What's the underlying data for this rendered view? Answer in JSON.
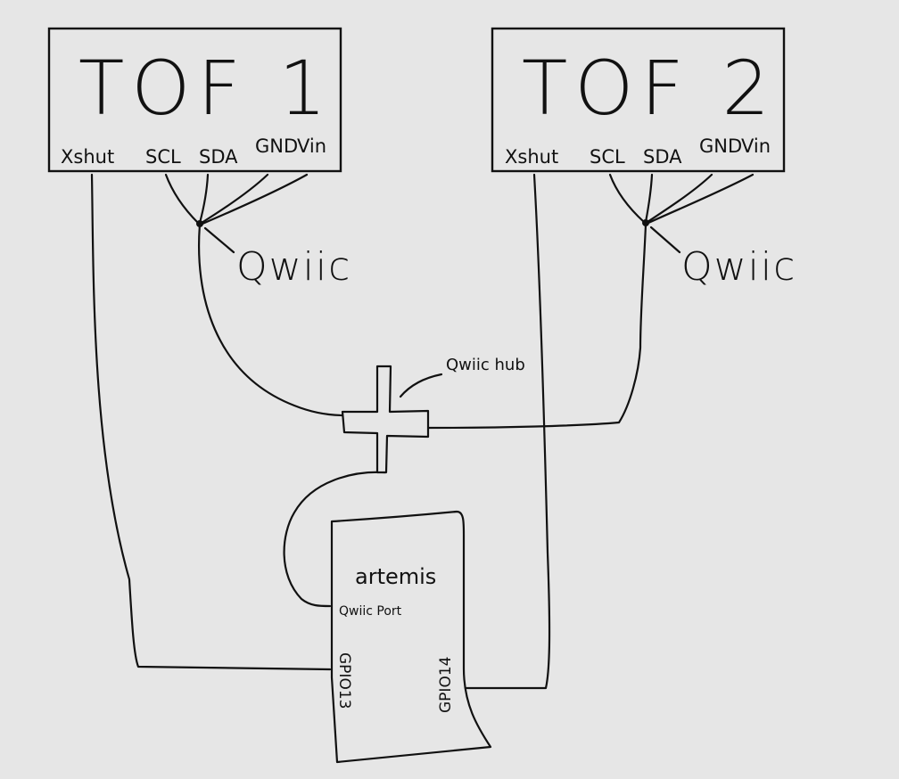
{
  "tof1": {
    "title": "TOF 1",
    "pins": {
      "xshut": "Xshut",
      "scl": "SCL",
      "sda": "SDA",
      "gnd": "GND",
      "vin": "Vin"
    },
    "connector_label": "Qwiic"
  },
  "tof2": {
    "title": "TOF 2",
    "pins": {
      "xshut": "Xshut",
      "scl": "SCL",
      "sda": "SDA",
      "gnd": "GND",
      "vin": "Vin"
    },
    "connector_label": "Qwiic"
  },
  "hub": {
    "label": "Qwiic hub"
  },
  "board": {
    "name": "artemis",
    "port_label": "Qwiic Port",
    "gpio_left": "GPIO13",
    "gpio_right": "GPIO14"
  }
}
